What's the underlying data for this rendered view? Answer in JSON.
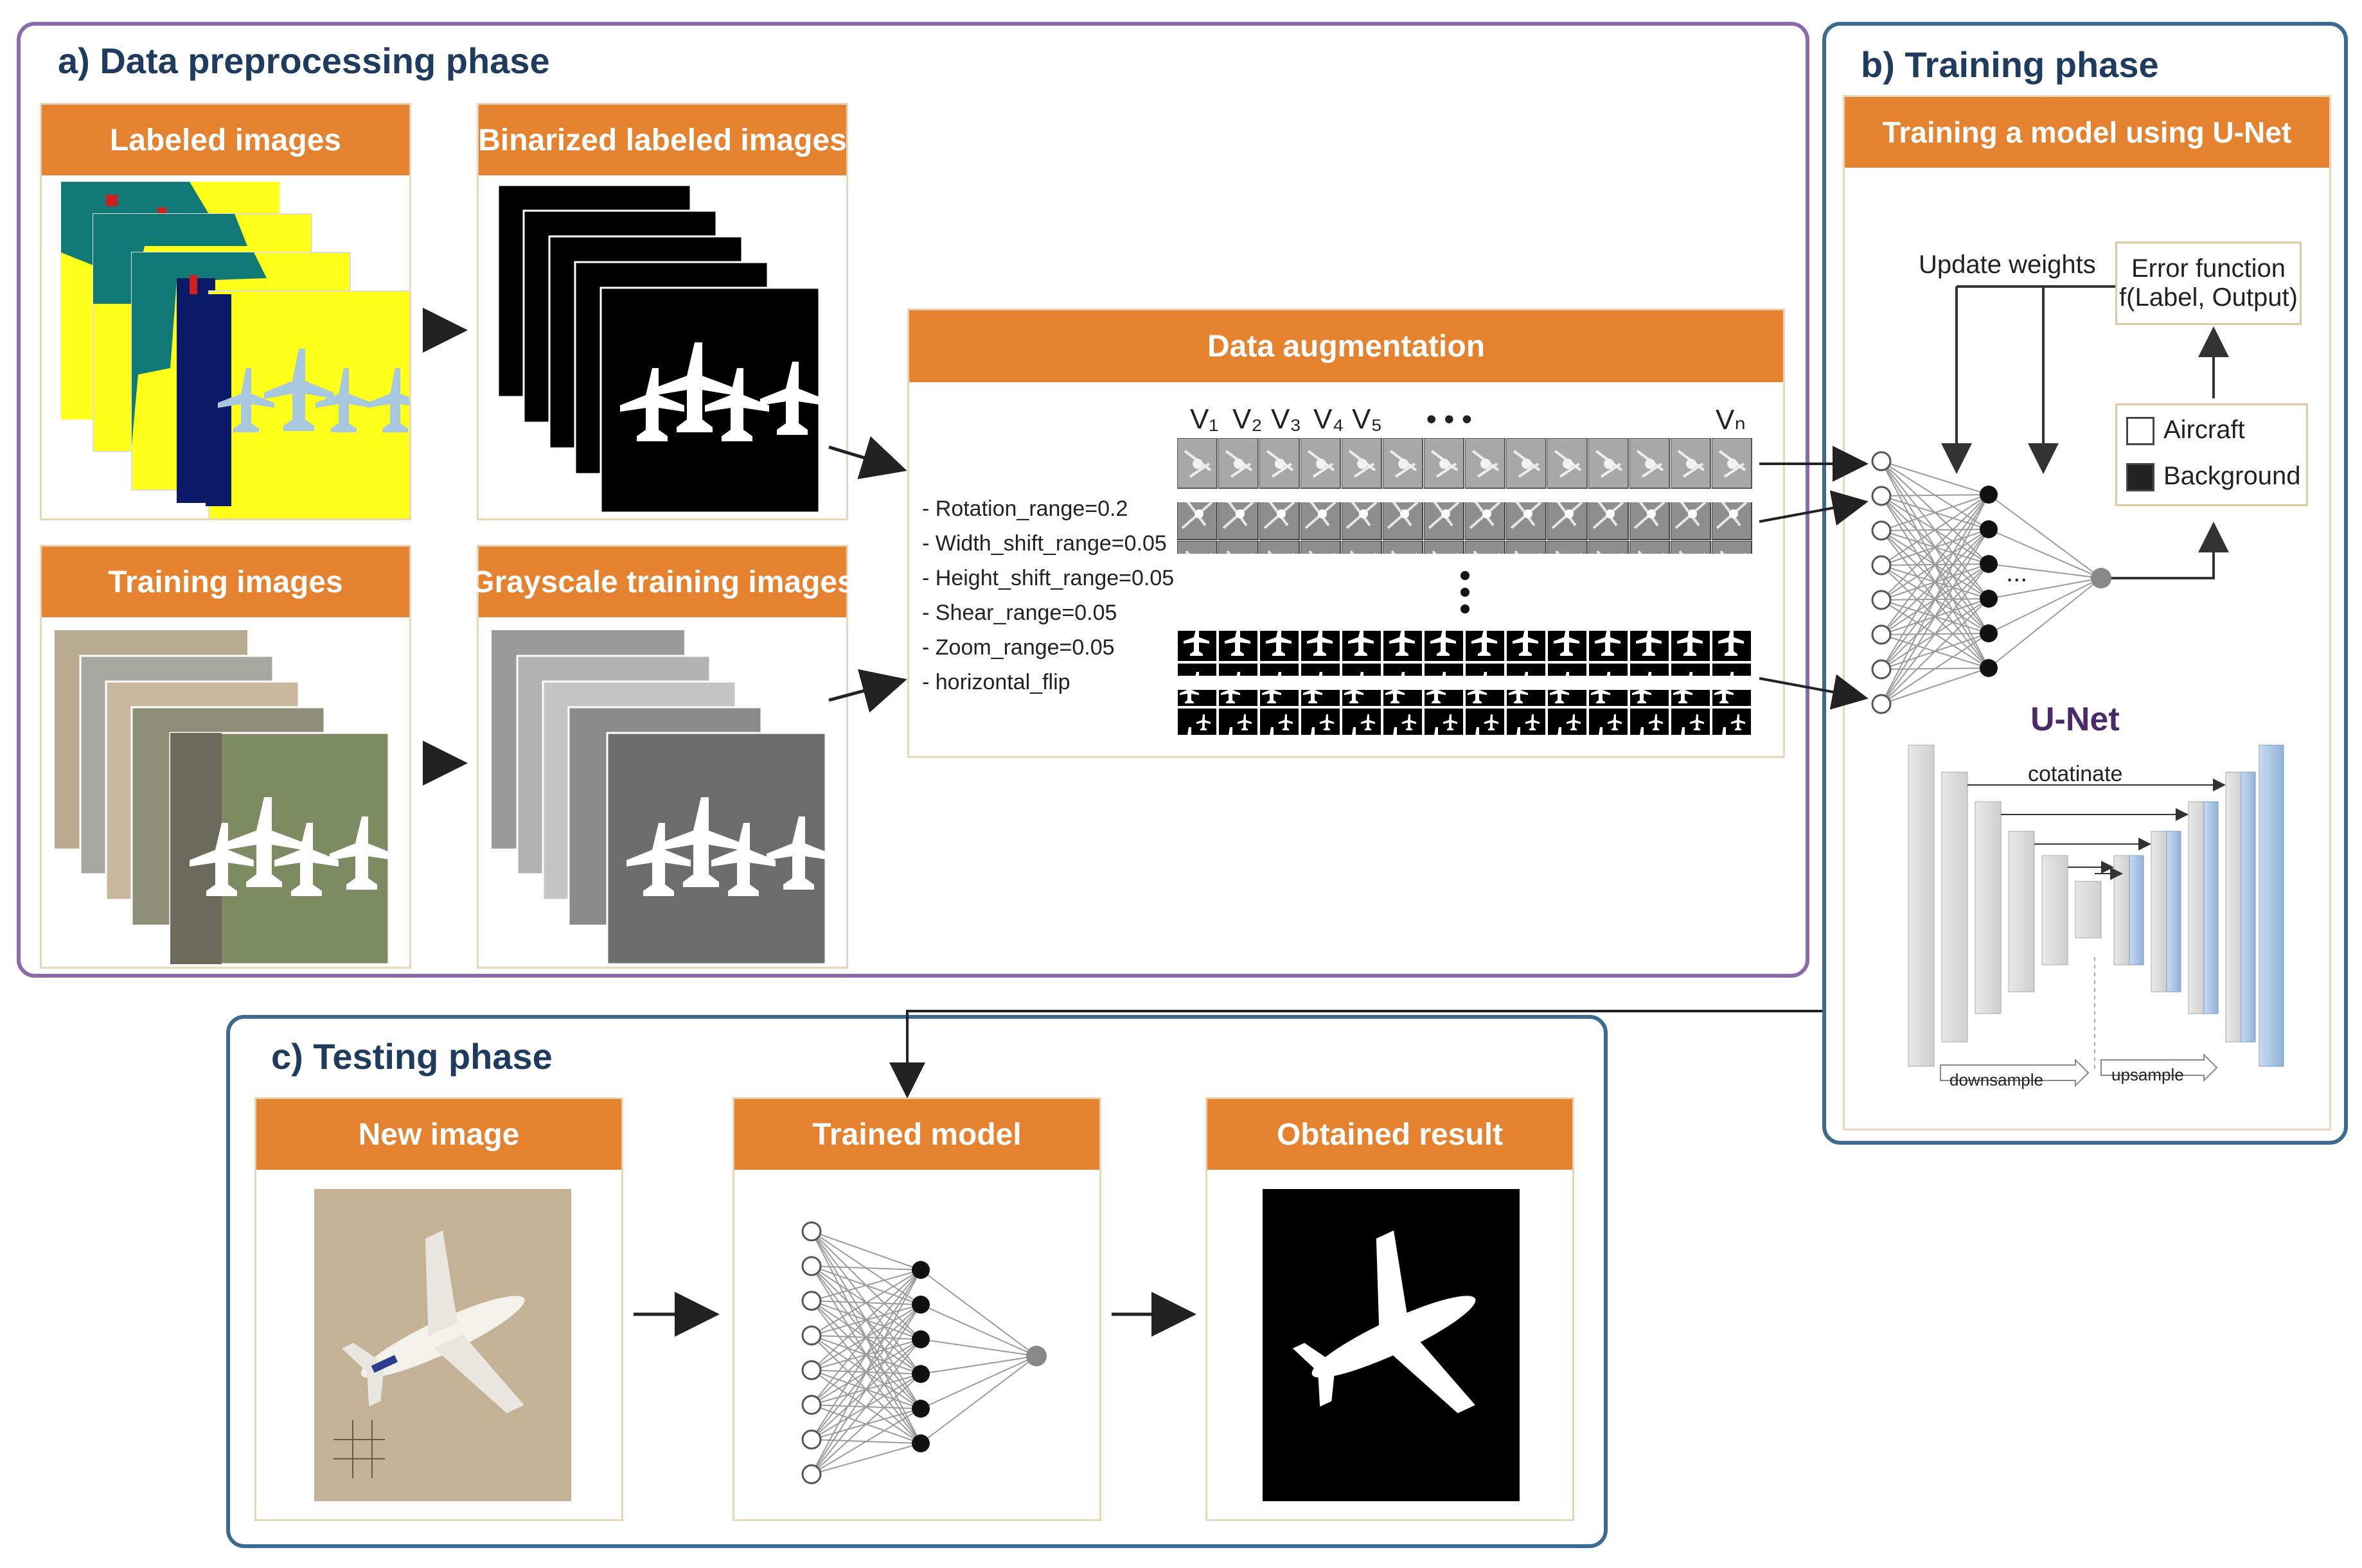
{
  "phases": {
    "a": {
      "title": "a) Data preprocessing phase",
      "labeled_images": "Labeled images",
      "binarized_labeled_images": "Binarized labeled images",
      "training_images": "Training images",
      "grayscale_training_images": "Grayscale training images",
      "data_augmentation": {
        "title": "Data augmentation",
        "params": [
          "- Rotation_range=0.2",
          "- Width_shift_range=0.05",
          "- Height_shift_range=0.05",
          "- Shear_range=0.05",
          "- Zoom_range=0.05",
          "- horizontal_flip"
        ],
        "versions": [
          "V₁",
          "V₂",
          "V₃",
          "V₄",
          "V₅",
          "• • •",
          "Vₙ"
        ]
      }
    },
    "b": {
      "title": "b) Training phase",
      "panel_title": "Training a model using U-Net",
      "update_weights": "Update weights",
      "error_function_line1": "Error function",
      "error_function_line2": "f(Label, Output)",
      "legend_aircraft": "Aircraft",
      "legend_background": "Background",
      "unet_label": "U-Net",
      "concatenate_label": "cotatinate",
      "downsample_label": "downsample",
      "upsample_label": "upsample",
      "ellipsis": "..."
    },
    "c": {
      "title": "c) Testing phase",
      "new_image": "New image",
      "trained_model": "Trained model",
      "obtained_result": "Obtained result"
    }
  },
  "colors": {
    "header_orange": "#e5822f",
    "phase_a_border": "#8a6aa8",
    "phase_bc_border": "#3e6a90",
    "unet_purple": "#4b2a6a",
    "label_yellow": "#ffff1a",
    "label_teal": "#127a76",
    "label_navy": "#0a1a66",
    "label_aircraft_blue": "#a8c8e0"
  }
}
